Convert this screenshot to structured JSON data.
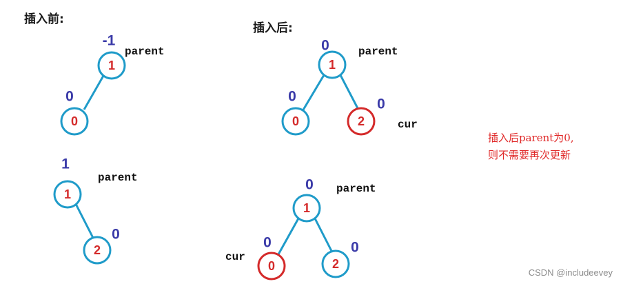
{
  "headings": {
    "before": "插入前:",
    "after": "插入后:"
  },
  "note": {
    "line1": "插入后parent为0,",
    "line2": "则不需要再次更新"
  },
  "watermark": "CSDN @includeevey",
  "colors": {
    "edge": "#1f9bc9",
    "node_border": "#1f9bc9",
    "new_node_border": "#d42a2a",
    "node_value": "#d42a2a",
    "balance_factor": "#3a3aa8",
    "note": "#e02828"
  },
  "trees": {
    "before_left": {
      "root": {
        "value": "1",
        "bf": "-1",
        "pointer": "parent"
      },
      "left": {
        "value": "0",
        "bf": "0"
      }
    },
    "before_right": {
      "root": {
        "value": "1",
        "bf": "1",
        "pointer": "parent"
      },
      "right": {
        "value": "2",
        "bf": "0"
      }
    },
    "after_right_insert": {
      "root": {
        "value": "1",
        "bf": "0",
        "pointer": "parent"
      },
      "left": {
        "value": "0",
        "bf": "0"
      },
      "right": {
        "value": "2",
        "bf": "0",
        "pointer": "cur"
      }
    },
    "after_left_insert": {
      "root": {
        "value": "1",
        "bf": "0",
        "pointer": "parent"
      },
      "left": {
        "value": "0",
        "bf": "0",
        "pointer": "cur"
      },
      "right": {
        "value": "2",
        "bf": "0"
      }
    }
  }
}
